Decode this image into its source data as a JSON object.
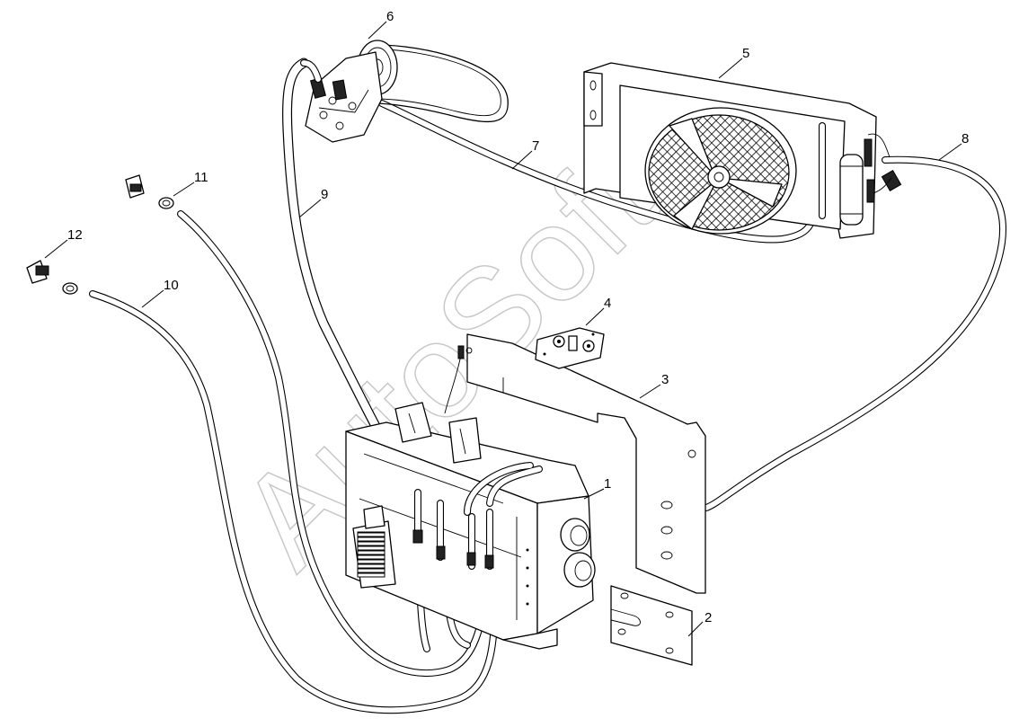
{
  "watermark": "AutoSoft",
  "callouts": [
    {
      "id": "1",
      "label": "1"
    },
    {
      "id": "2",
      "label": "2"
    },
    {
      "id": "3",
      "label": "3"
    },
    {
      "id": "4",
      "label": "4"
    },
    {
      "id": "5",
      "label": "5"
    },
    {
      "id": "6",
      "label": "6"
    },
    {
      "id": "7",
      "label": "7"
    },
    {
      "id": "8",
      "label": "8"
    },
    {
      "id": "9",
      "label": "9"
    },
    {
      "id": "10",
      "label": "10"
    },
    {
      "id": "11",
      "label": "11"
    },
    {
      "id": "12",
      "label": "12"
    }
  ],
  "colors": {
    "line": "#000000",
    "background": "#ffffff",
    "watermark": "#c8c8c8"
  }
}
